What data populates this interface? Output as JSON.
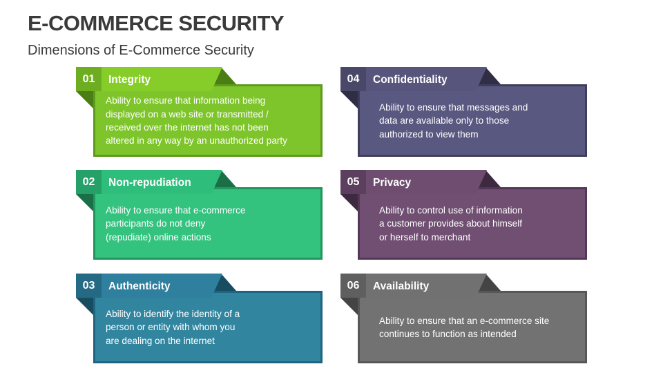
{
  "title": "E-COMMERCE SECURITY",
  "subtitle": "Dimensions of E-Commerce Security",
  "cards": [
    {
      "number": "01",
      "title": "Integrity",
      "description": "Ability to ensure that information being\ndisplayed on a web site or transmitted /\nreceived over the internet has not been\naltered in any way by an unauthorized party",
      "colors": {
        "header": "#86cd2a",
        "number": "#6cae1f",
        "box": "#7ec52b",
        "border": "#5e9a1c",
        "fold": "#4a7d14"
      }
    },
    {
      "number": "02",
      "title": "Non-repudiation",
      "description": "Ability to ensure that e-commerce\nparticipants do not deny\n(repudiate) online actions",
      "colors": {
        "header": "#2fbd7c",
        "number": "#25a068",
        "box": "#34c27f",
        "border": "#22965f",
        "fold": "#1a6f47"
      }
    },
    {
      "number": "03",
      "title": "Authenticity",
      "description": "Ability to identify the identity of a\nperson or entity with whom you\nare dealing on the internet",
      "colors": {
        "header": "#2e809e",
        "number": "#256a85",
        "box": "#32859f",
        "border": "#1f6480",
        "fold": "#184c61"
      }
    },
    {
      "number": "04",
      "title": "Confidentiality",
      "description": "Ability to ensure that messages and\ndata are available only to those\nauthorized to view them",
      "colors": {
        "header": "#57557b",
        "number": "#4a4869",
        "box": "#595880",
        "border": "#3f3d5c",
        "fold": "#2f2e45"
      }
    },
    {
      "number": "05",
      "title": "Privacy",
      "description": "Ability to control use of information\na customer provides about himself\nor herself to merchant",
      "colors": {
        "header": "#6e4d70",
        "number": "#5c3f5e",
        "box": "#704f72",
        "border": "#523854",
        "fold": "#3e2a40"
      }
    },
    {
      "number": "06",
      "title": "Availability",
      "description": "Ability to ensure that an e-commerce site\ncontinues to function as intended",
      "colors": {
        "header": "#717171",
        "number": "#5f5f5f",
        "box": "#727272",
        "border": "#575757",
        "fold": "#444444"
      }
    }
  ]
}
